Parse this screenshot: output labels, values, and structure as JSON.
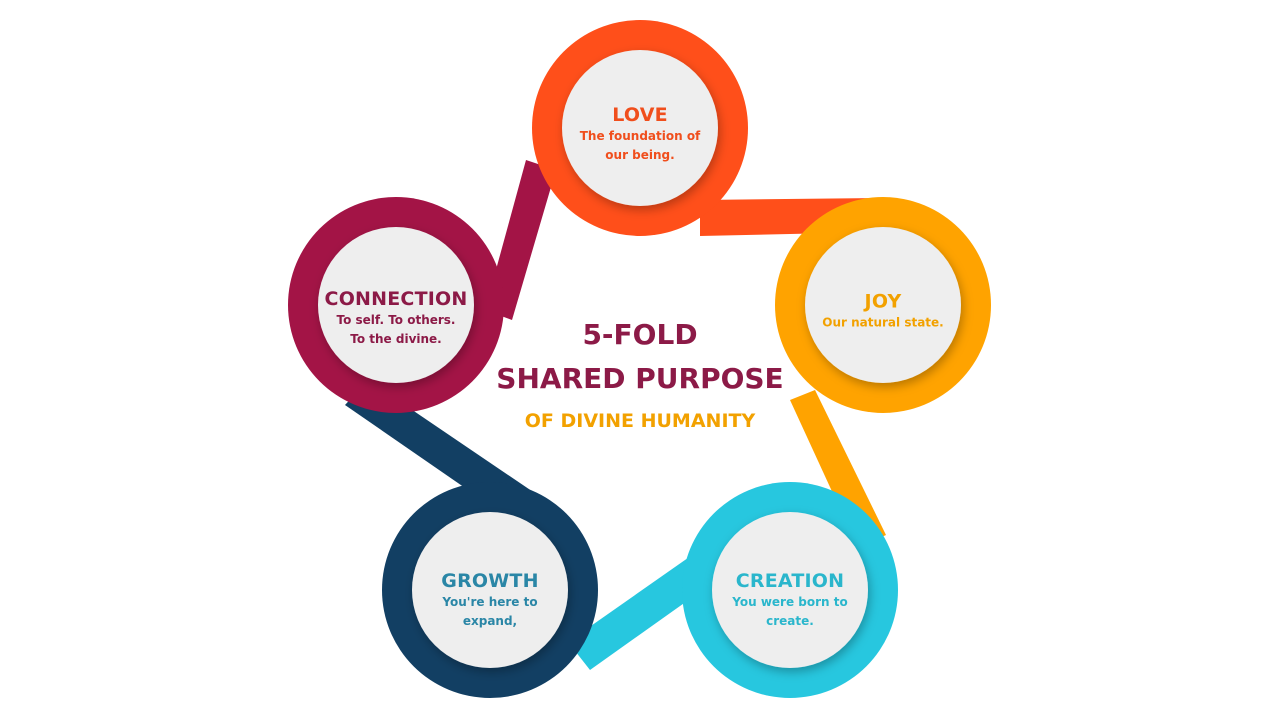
{
  "center": {
    "line1": "5-FOLD",
    "line2": "SHARED PURPOSE",
    "line3": "OF DIVINE HUMANITY"
  },
  "nodes": [
    {
      "id": "love",
      "title": "LOVE",
      "text": "The foundation of\nour being.",
      "color": "#ff4f1a",
      "text_color": "#f04e1c"
    },
    {
      "id": "joy",
      "title": "JOY",
      "text": "Our natural state.",
      "color": "#ffa300",
      "text_color": "#f2a100"
    },
    {
      "id": "creation",
      "title": "CREATION",
      "text": "You were born to\ncreate.",
      "color": "#27c7df",
      "text_color": "#2ab6cc"
    },
    {
      "id": "growth",
      "title": "GROWTH",
      "text": "You're here to\nexpand,",
      "color": "#123f63",
      "text_color": "#2a86a6"
    },
    {
      "id": "connection",
      "title": "CONNECTION",
      "text": "To self. To others.\nTo the divine.",
      "color": "#a31446",
      "text_color": "#8c1a47"
    }
  ]
}
